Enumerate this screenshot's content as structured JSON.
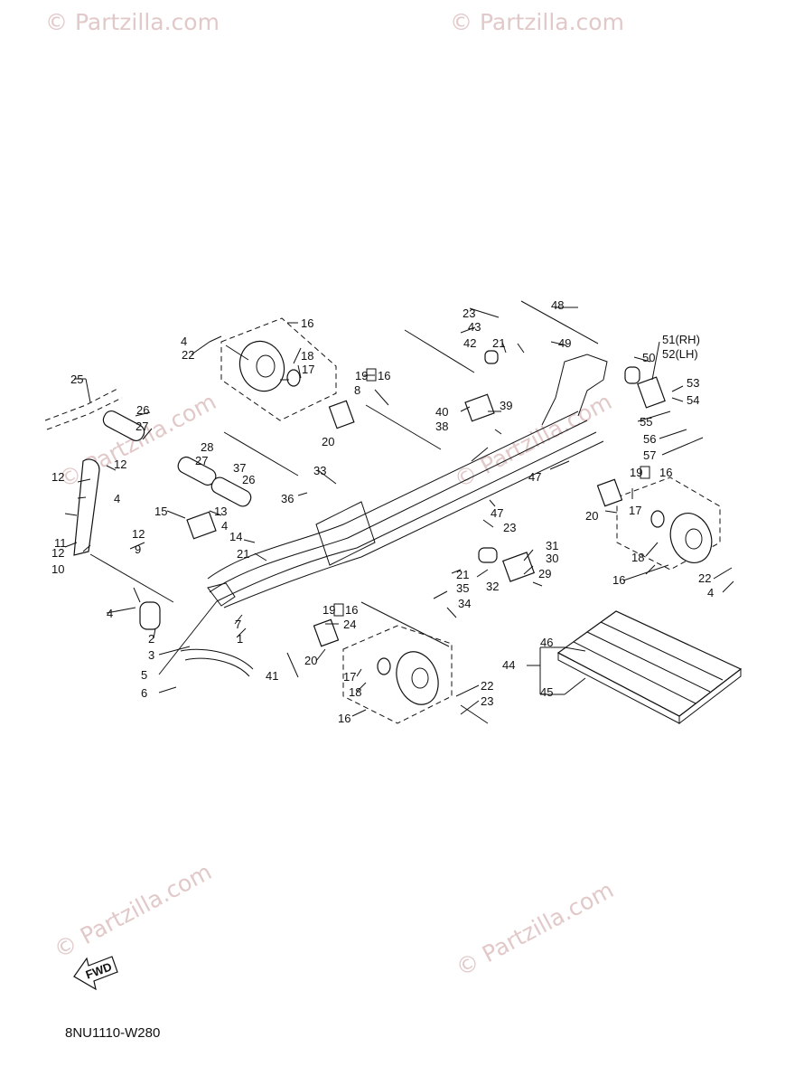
{
  "watermark": "© Partzilla.com",
  "diagram_code": "8NU1110-W280",
  "fwd_label": "FWD",
  "callouts": [
    "1",
    "2",
    "3",
    "4",
    "5",
    "6",
    "7",
    "8",
    "9",
    "10",
    "11",
    "12",
    "13",
    "14",
    "15",
    "16",
    "17",
    "18",
    "19",
    "20",
    "21",
    "22",
    "23",
    "24",
    "25",
    "26",
    "27",
    "28",
    "29",
    "30",
    "31",
    "32",
    "33",
    "34",
    "35",
    "36",
    "37",
    "38",
    "39",
    "40",
    "41",
    "42",
    "43",
    "44",
    "45",
    "46",
    "47",
    "48",
    "49",
    "50",
    "51(RH)",
    "52(LH)",
    "53",
    "54",
    "55",
    "56",
    "57"
  ],
  "colors": {
    "line": "#111111",
    "watermark": "#e2c9c9"
  }
}
